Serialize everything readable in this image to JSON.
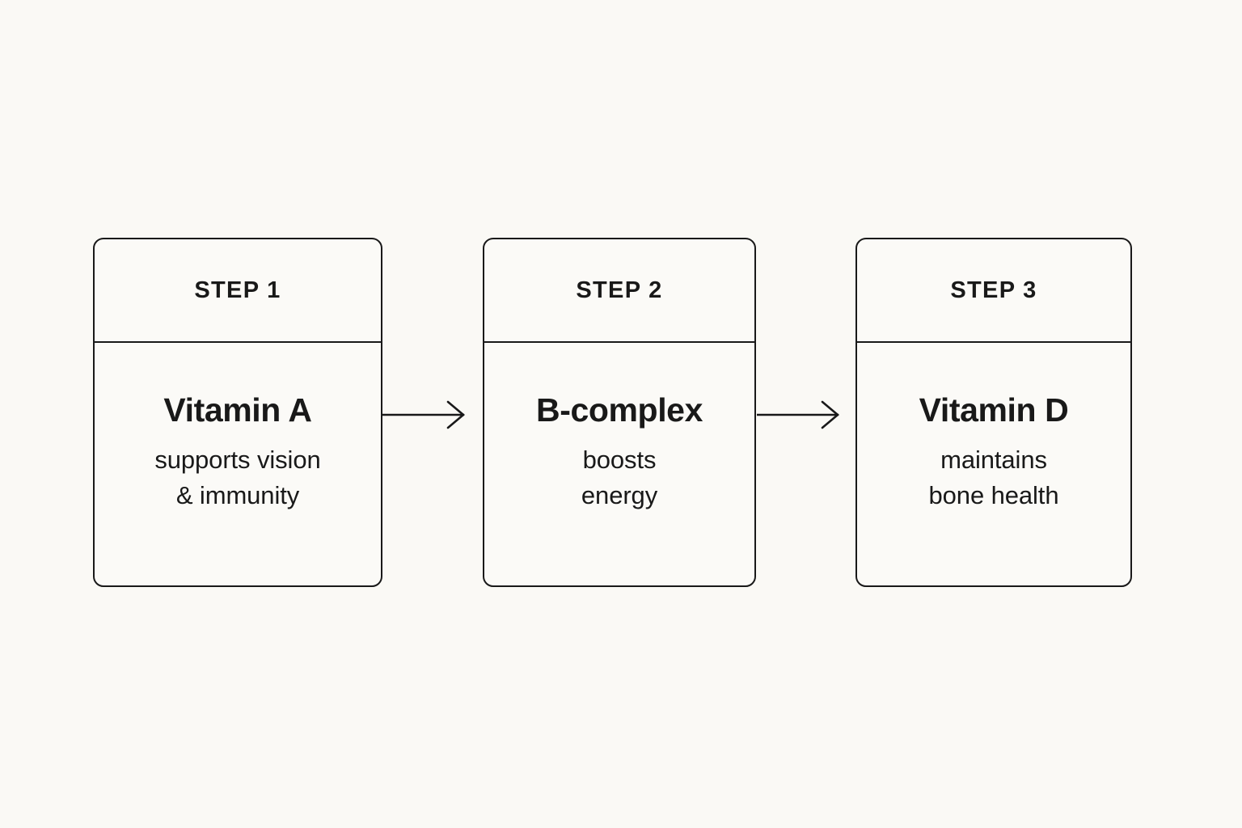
{
  "theme": {
    "background": "#faf9f5",
    "card_fill": "#fbfaf7",
    "stroke": "#191919",
    "text": "#191919"
  },
  "diagram": {
    "type": "horizontal-step-flow",
    "step_count": 3,
    "connector": "arrow-right",
    "steps": [
      {
        "step_label": "STEP 1",
        "title": "Vitamin A",
        "description": "supports vision\n& immunity"
      },
      {
        "step_label": "STEP 2",
        "title": "B-complex",
        "description": "boosts\nenergy"
      },
      {
        "step_label": "STEP 3",
        "title": "Vitamin D",
        "description": "maintains\nbone health"
      }
    ],
    "connectors": [
      {
        "from": "STEP 1",
        "to": "STEP 2",
        "icon": "arrow-right-icon"
      },
      {
        "from": "STEP 2",
        "to": "STEP 3",
        "icon": "arrow-right-icon"
      }
    ]
  }
}
